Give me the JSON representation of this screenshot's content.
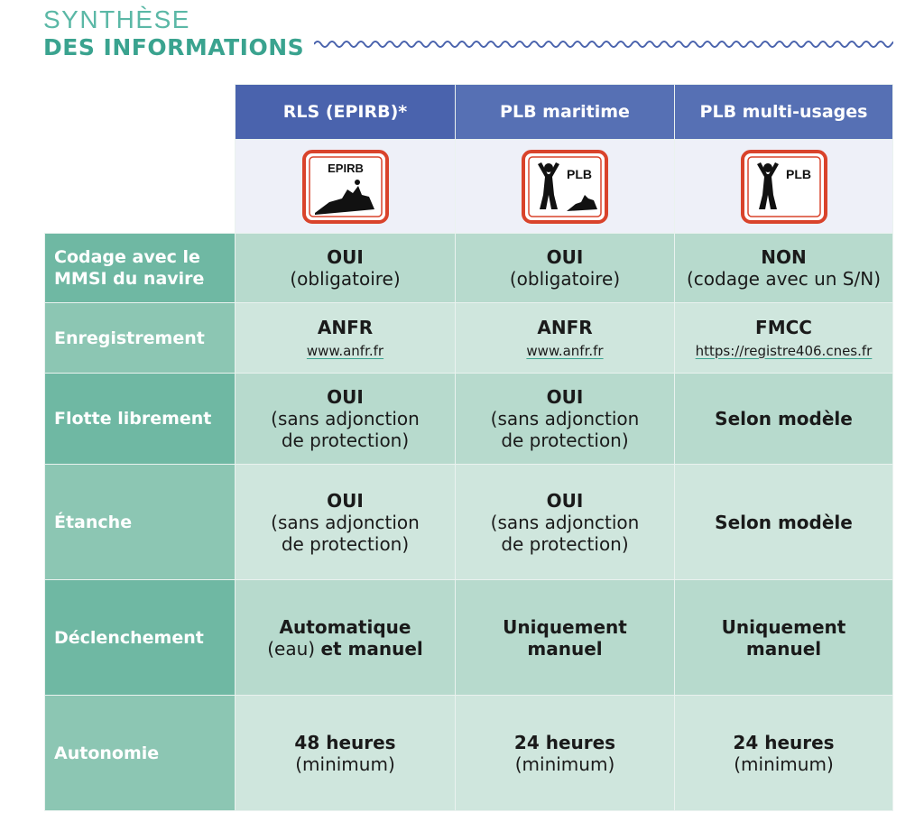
{
  "title": {
    "line1": "SYNTHÈSE",
    "line2": "DES INFORMATIONS"
  },
  "columns": [
    {
      "label": "RLS (EPIRB)*",
      "icon": "epirb-icon",
      "icon_text": "EPIRB"
    },
    {
      "label": "PLB maritime",
      "icon": "plb-maritime-icon",
      "icon_text": "PLB"
    },
    {
      "label": "PLB multi-usages",
      "icon": "plb-multi-icon",
      "icon_text": "PLB"
    }
  ],
  "rows": [
    {
      "label": "Codage avec le MMSI du navire",
      "cells": [
        {
          "main": "OUI",
          "sub": "(obligatoire)"
        },
        {
          "main": "OUI",
          "sub": "(obligatoire)"
        },
        {
          "main": "NON",
          "sub": "(codage avec un S/N)"
        }
      ]
    },
    {
      "label": "Enregistrement",
      "cells": [
        {
          "main": "ANFR",
          "link": "www.anfr.fr"
        },
        {
          "main": "ANFR",
          "link": "www.anfr.fr"
        },
        {
          "main": "FMCC",
          "link": "https://registre406.cnes.fr"
        }
      ]
    },
    {
      "label": "Flotte librement",
      "cells": [
        {
          "main": "OUI",
          "sub": "(sans adjonction de protection)"
        },
        {
          "main": "OUI",
          "sub": "(sans adjonction de protection)"
        },
        {
          "main": "Selon modèle"
        }
      ]
    },
    {
      "label": "Étanche",
      "cells": [
        {
          "main": "OUI",
          "sub": "(sans adjonction de protection)"
        },
        {
          "main": "OUI",
          "sub": "(sans adjonction de protection)"
        },
        {
          "main": "Selon modèle"
        }
      ]
    },
    {
      "label": "Déclenchement",
      "cells": [
        {
          "main": "Automatique",
          "mixed": [
            "(eau)",
            "et manuel"
          ]
        },
        {
          "main": "Uniquement",
          "main2": "manuel"
        },
        {
          "main": "Uniquement",
          "main2": "manuel"
        }
      ]
    },
    {
      "label": "Autonomie",
      "cells": [
        {
          "main": "48 heures",
          "sub": "(minimum)"
        },
        {
          "main": "24 heures",
          "sub": "(minimum)"
        },
        {
          "main": "24 heures",
          "sub": "(minimum)"
        }
      ]
    }
  ],
  "colors": {
    "title_light": "#5bb8a6",
    "title_dark": "#3aa38f",
    "header_blue": "#4a63ad",
    "rowhead_dark": "#6fb8a3",
    "rowhead_light": "#8cc6b3",
    "cell_dark": "#b7dacd",
    "cell_light": "#cfe6dd",
    "icon_red": "#d9432b"
  }
}
